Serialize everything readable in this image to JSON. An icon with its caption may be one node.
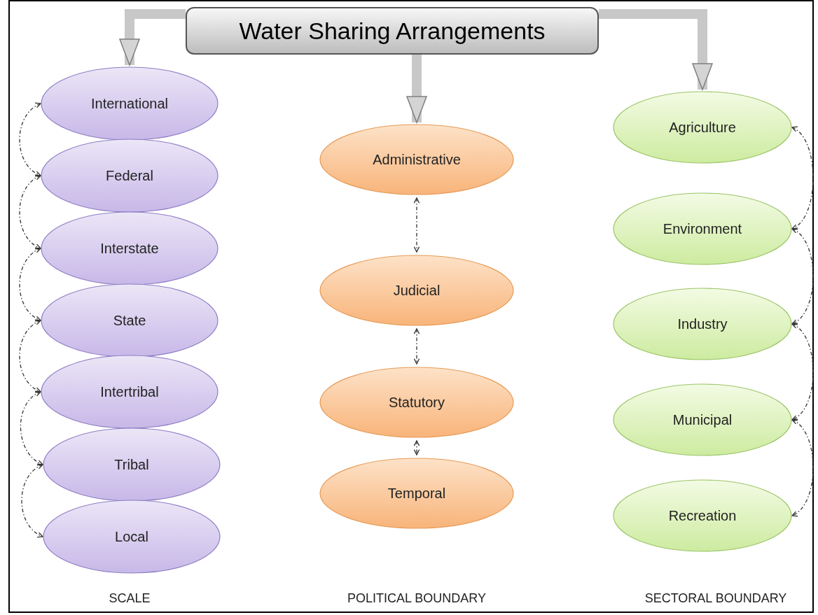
{
  "diagram": {
    "nodes": [
      {
        "text": [
          "Water Sharing Arrangements"
        ]
      },
      {
        "text": [
          "International"
        ]
      },
      {
        "text": [
          "Federal"
        ]
      },
      {
        "text": [
          "Interstate"
        ]
      },
      {
        "text": [
          "State"
        ]
      },
      {
        "text": [
          "Intertribal"
        ]
      },
      {
        "text": [
          "Tribal"
        ]
      },
      {
        "text": [
          "Local"
        ]
      },
      {
        "text": [
          "Administrative"
        ]
      },
      {
        "text": [
          "Judicial"
        ]
      },
      {
        "text": [
          "Statutory"
        ]
      },
      {
        "text": [
          "Temporal"
        ]
      },
      {
        "text": [
          "Agriculture"
        ]
      },
      {
        "text": [
          "Environment"
        ]
      },
      {
        "text": [
          "Industry"
        ]
      },
      {
        "text": [
          "Municipal"
        ]
      },
      {
        "text": [
          "Recreation"
        ]
      }
    ],
    "edges": [
      {
        "from": 0,
        "to": 1,
        "arrow": "to",
        "style": "thick",
        "color": "#c8c8c8"
      },
      {
        "from": 0,
        "to": 8,
        "arrow": "to",
        "style": "thick",
        "color": "#c8c8c8"
      },
      {
        "from": 0,
        "to": 12,
        "arrow": "to",
        "style": "thick",
        "color": "#c8c8c8"
      },
      {
        "from": 1,
        "to": 2,
        "arrow": "both",
        "style": "dashed"
      },
      {
        "from": 2,
        "to": 3,
        "arrow": "both",
        "style": "dashed"
      },
      {
        "from": 3,
        "to": 4,
        "arrow": "both",
        "style": "dashed"
      },
      {
        "from": 4,
        "to": 5,
        "arrow": "both",
        "style": "dashed"
      },
      {
        "from": 5,
        "to": 6,
        "arrow": "both",
        "style": "dashed"
      },
      {
        "from": 6,
        "to": 7,
        "arrow": "both",
        "style": "dashed"
      },
      {
        "from": 8,
        "to": 9,
        "arrow": "both",
        "style": "dashed"
      },
      {
        "from": 9,
        "to": 10,
        "arrow": "both",
        "style": "dashed"
      },
      {
        "from": 10,
        "to": 11,
        "arrow": "both",
        "style": "dashed"
      },
      {
        "from": 12,
        "to": 13,
        "arrow": "both",
        "style": "dashed"
      },
      {
        "from": 13,
        "to": 14,
        "arrow": "both",
        "style": "dashed"
      },
      {
        "from": 14,
        "to": 15,
        "arrow": "both",
        "style": "dashed"
      },
      {
        "from": 15,
        "to": 16,
        "arrow": "both",
        "style": "dashed"
      }
    ],
    "labels": [
      "SCALE",
      "POLITICAL BOUNDARY",
      "SECTORAL BOUNDARY"
    ]
  }
}
